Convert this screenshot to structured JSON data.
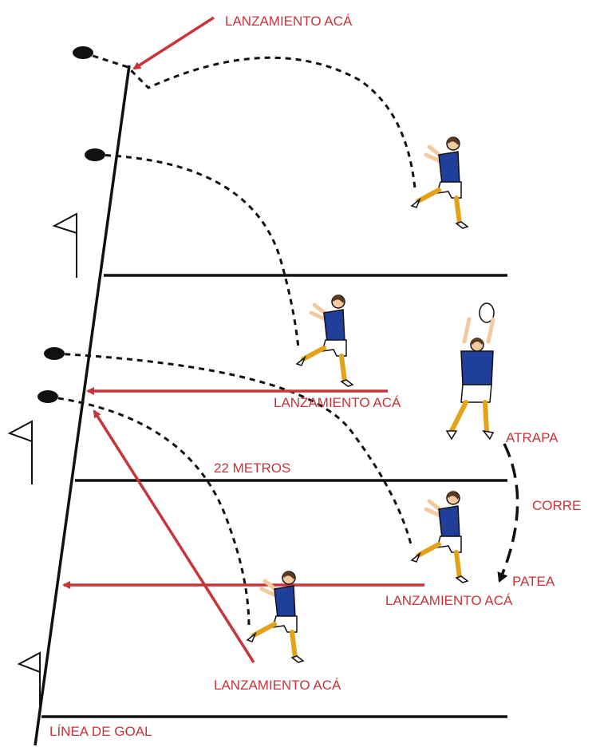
{
  "labels": {
    "throw_top": "LANZAMIENTO ACÁ",
    "throw_middle": "LANZAMIENTO ACÁ",
    "throw_right": "LANZAMIENTO ACÁ",
    "throw_bottom": "LANZAMIENTO ACÁ",
    "line_22": "22 METROS",
    "goal_line": "LÍNEA DE GOAL",
    "catch": "ATRAPA",
    "run": "CORRE",
    "kick": "PATEA"
  },
  "colors": {
    "line": "#111111",
    "accent": "#c8343a",
    "jersey": "#1f3f9a",
    "shorts": "#ffffff",
    "socks": "#e2a21a",
    "skin": "#f2c9a0",
    "hair": "#5a3a1e"
  }
}
